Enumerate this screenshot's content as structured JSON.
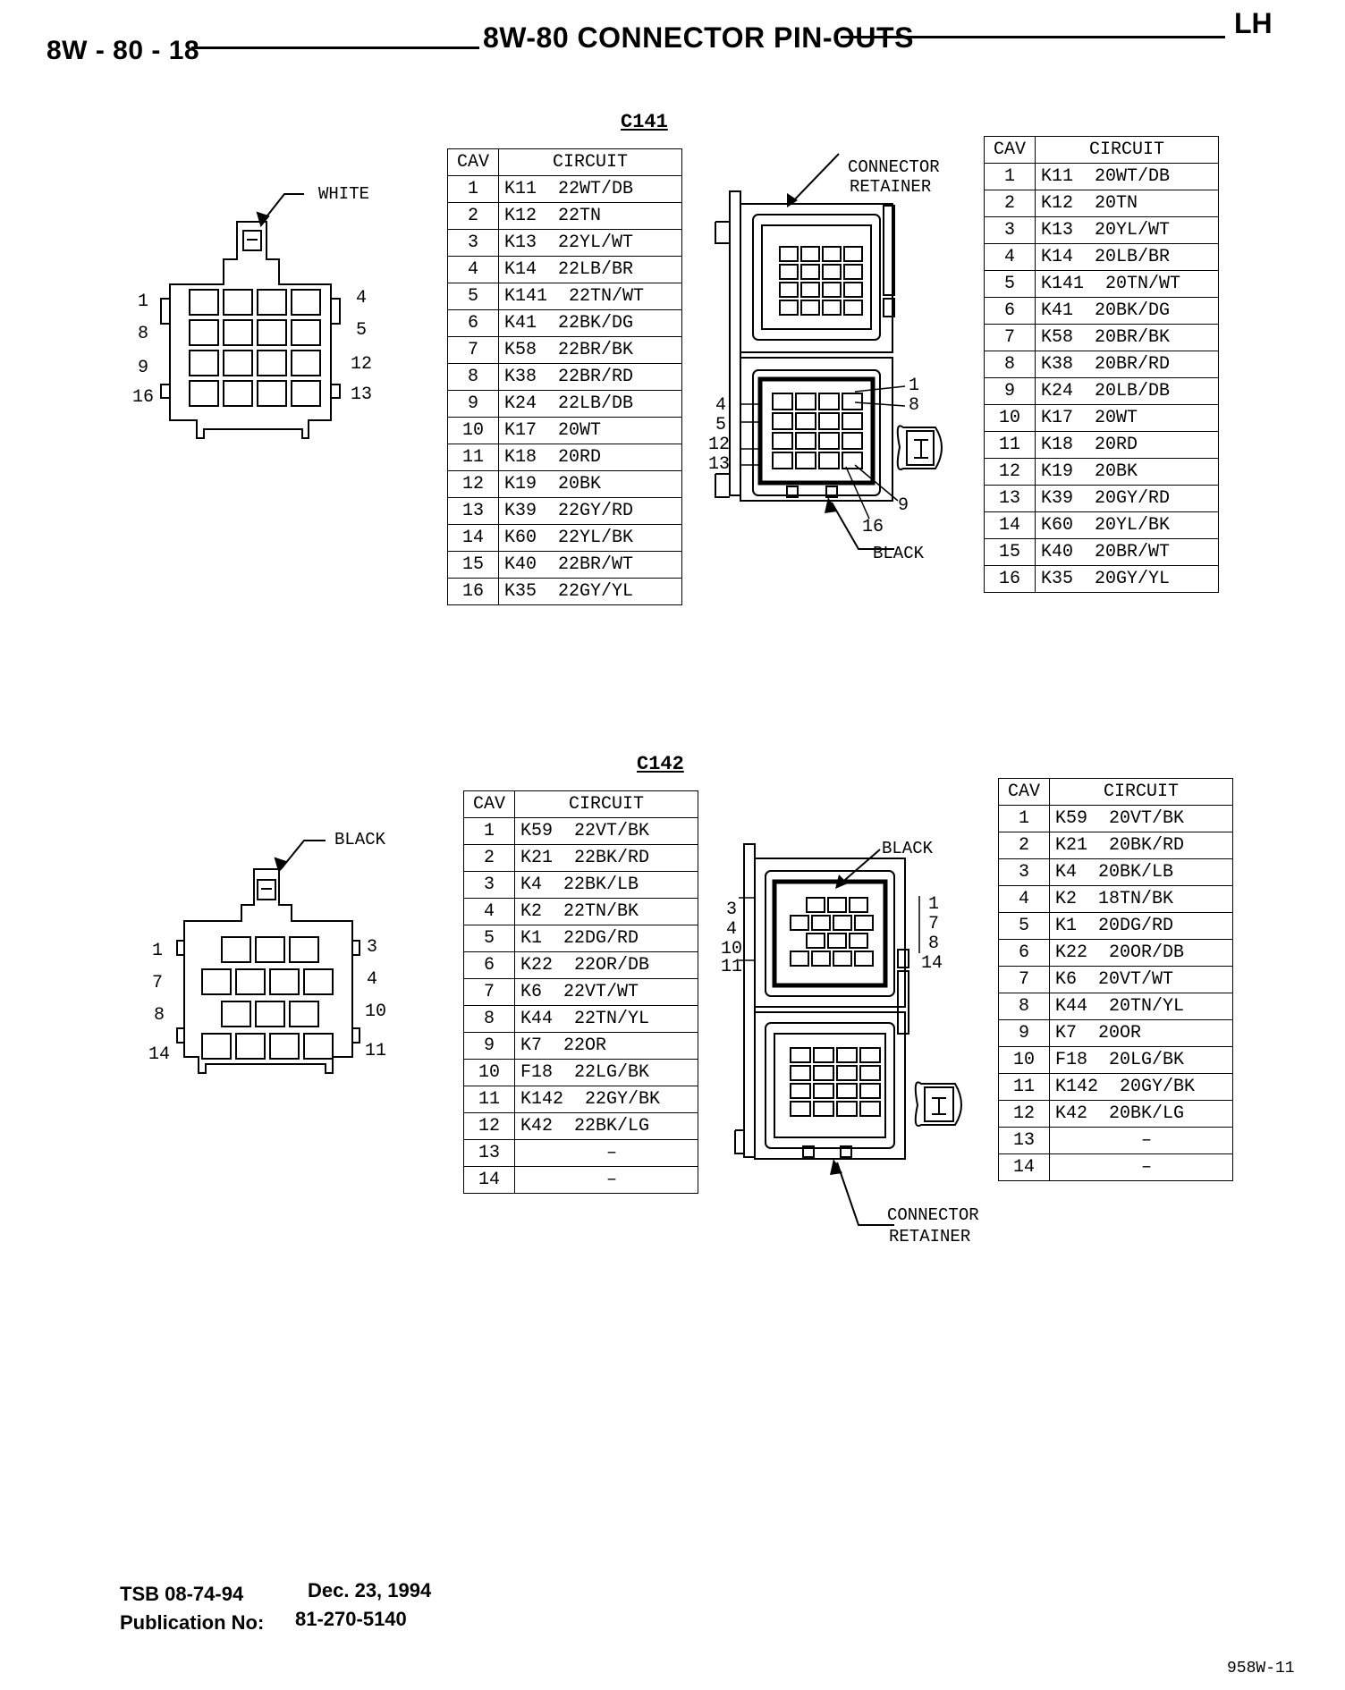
{
  "header": {
    "page_code": "8W - 80 - 18",
    "title": "8W-80 CONNECTOR PIN-OUTS",
    "side": "LH"
  },
  "c141": {
    "title": "C141",
    "left_connector_color": "WHITE",
    "right_labels": {
      "retainer_line1": "CONNECTOR",
      "retainer_line2": "RETAINER",
      "color": "BLACK"
    },
    "left_pins": {
      "p1": "1",
      "p8": "8",
      "p9": "9",
      "p16": "16",
      "p4": "4",
      "p5": "5",
      "p12": "12",
      "p13": "13"
    },
    "right_pins": {
      "p1": "1",
      "p8": "8",
      "p9": "9",
      "p16": "16",
      "p4": "4",
      "p5": "5",
      "p12": "12",
      "p13": "13"
    },
    "table_left": {
      "header_cav": "CAV",
      "header_circuit": "CIRCUIT",
      "rows": [
        {
          "cav": "1",
          "circuit": "K11  22WT/DB"
        },
        {
          "cav": "2",
          "circuit": "K12  22TN"
        },
        {
          "cav": "3",
          "circuit": "K13  22YL/WT"
        },
        {
          "cav": "4",
          "circuit": "K14  22LB/BR"
        },
        {
          "cav": "5",
          "circuit": "K141  22TN/WT"
        },
        {
          "cav": "6",
          "circuit": "K41  22BK/DG"
        },
        {
          "cav": "7",
          "circuit": "K58  22BR/BK"
        },
        {
          "cav": "8",
          "circuit": "K38  22BR/RD"
        },
        {
          "cav": "9",
          "circuit": "K24  22LB/DB"
        },
        {
          "cav": "10",
          "circuit": "K17  20WT"
        },
        {
          "cav": "11",
          "circuit": "K18  20RD"
        },
        {
          "cav": "12",
          "circuit": "K19  20BK"
        },
        {
          "cav": "13",
          "circuit": "K39  22GY/RD"
        },
        {
          "cav": "14",
          "circuit": "K60  22YL/BK"
        },
        {
          "cav": "15",
          "circuit": "K40  22BR/WT"
        },
        {
          "cav": "16",
          "circuit": "K35  22GY/YL"
        }
      ]
    },
    "table_right": {
      "header_cav": "CAV",
      "header_circuit": "CIRCUIT",
      "rows": [
        {
          "cav": "1",
          "circuit": "K11  20WT/DB"
        },
        {
          "cav": "2",
          "circuit": "K12  20TN"
        },
        {
          "cav": "3",
          "circuit": "K13  20YL/WT"
        },
        {
          "cav": "4",
          "circuit": "K14  20LB/BR"
        },
        {
          "cav": "5",
          "circuit": "K141  20TN/WT"
        },
        {
          "cav": "6",
          "circuit": "K41  20BK/DG"
        },
        {
          "cav": "7",
          "circuit": "K58  20BR/BK"
        },
        {
          "cav": "8",
          "circuit": "K38  20BR/RD"
        },
        {
          "cav": "9",
          "circuit": "K24  20LB/DB"
        },
        {
          "cav": "10",
          "circuit": "K17  20WT"
        },
        {
          "cav": "11",
          "circuit": "K18  20RD"
        },
        {
          "cav": "12",
          "circuit": "K19  20BK"
        },
        {
          "cav": "13",
          "circuit": "K39  20GY/RD"
        },
        {
          "cav": "14",
          "circuit": "K60  20YL/BK"
        },
        {
          "cav": "15",
          "circuit": "K40  20BR/WT"
        },
        {
          "cav": "16",
          "circuit": "K35  20GY/YL"
        }
      ]
    }
  },
  "c142": {
    "title": "C142",
    "left_connector_color": "BLACK",
    "right_labels": {
      "color": "BLACK",
      "retainer_line1": "CONNECTOR",
      "retainer_line2": "RETAINER"
    },
    "left_pins": {
      "p1": "1",
      "p7": "7",
      "p8": "8",
      "p14": "14",
      "p3": "3",
      "p4": "4",
      "p10": "10",
      "p11": "11"
    },
    "right_pins": {
      "p3": "3",
      "p4": "4",
      "p10": "10",
      "p11": "11",
      "p1": "1",
      "p7": "7",
      "p8": "8",
      "p14": "14"
    },
    "table_left": {
      "header_cav": "CAV",
      "header_circuit": "CIRCUIT",
      "rows": [
        {
          "cav": "1",
          "circuit": "K59  22VT/BK"
        },
        {
          "cav": "2",
          "circuit": "K21  22BK/RD"
        },
        {
          "cav": "3",
          "circuit": "K4  22BK/LB"
        },
        {
          "cav": "4",
          "circuit": "K2  22TN/BK"
        },
        {
          "cav": "5",
          "circuit": "K1  22DG/RD"
        },
        {
          "cav": "6",
          "circuit": "K22  22OR/DB"
        },
        {
          "cav": "7",
          "circuit": "K6  22VT/WT"
        },
        {
          "cav": "8",
          "circuit": "K44  22TN/YL"
        },
        {
          "cav": "9",
          "circuit": "K7  22OR"
        },
        {
          "cav": "10",
          "circuit": "F18  22LG/BK"
        },
        {
          "cav": "11",
          "circuit": "K142  22GY/BK"
        },
        {
          "cav": "12",
          "circuit": "K42  22BK/LG"
        },
        {
          "cav": "13",
          "circuit": "        –"
        },
        {
          "cav": "14",
          "circuit": "        –"
        }
      ]
    },
    "table_right": {
      "header_cav": "CAV",
      "header_circuit": "CIRCUIT",
      "rows": [
        {
          "cav": "1",
          "circuit": "K59  20VT/BK"
        },
        {
          "cav": "2",
          "circuit": "K21  20BK/RD"
        },
        {
          "cav": "3",
          "circuit": "K4  20BK/LB"
        },
        {
          "cav": "4",
          "circuit": "K2  18TN/BK"
        },
        {
          "cav": "5",
          "circuit": "K1  20DG/RD"
        },
        {
          "cav": "6",
          "circuit": "K22  20OR/DB"
        },
        {
          "cav": "7",
          "circuit": "K6  20VT/WT"
        },
        {
          "cav": "8",
          "circuit": "K44  20TN/YL"
        },
        {
          "cav": "9",
          "circuit": "K7  20OR"
        },
        {
          "cav": "10",
          "circuit": "F18  20LG/BK"
        },
        {
          "cav": "11",
          "circuit": "K142  20GY/BK"
        },
        {
          "cav": "12",
          "circuit": "K42  20BK/LG"
        },
        {
          "cav": "13",
          "circuit": "        –"
        },
        {
          "cav": "14",
          "circuit": "        –"
        }
      ]
    }
  },
  "footer": {
    "tsb": "TSB 08-74-94",
    "date": "Dec. 23, 1994",
    "publication_label": "Publication No:",
    "publication_no": "81-270-5140",
    "figure_id": "958W-11"
  }
}
